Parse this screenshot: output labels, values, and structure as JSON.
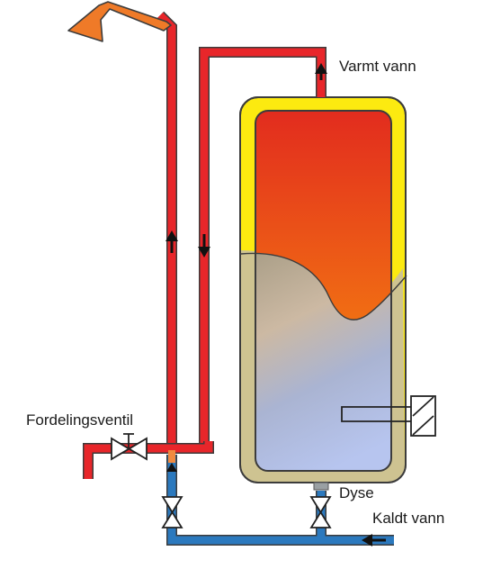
{
  "labels": {
    "hot_water": "Varmt vann",
    "distribution_valve": "Fordelingsventil",
    "nozzle": "Dyse",
    "cold_water": "Kaldt vann"
  },
  "colors": {
    "hot_pipe": "#e8262a",
    "cold_pipe": "#2b79be",
    "shower_head": "#ef7a28",
    "tank_insulation": "#fcea10",
    "tank_shell_gray": "#c9bfa0",
    "hot_layer_top": "#e22c1e",
    "hot_layer_bottom": "#f7a600",
    "cold_layer_top": "#a89b80",
    "cold_layer_bottom": "#b8c7ef",
    "outline": "#3c3c3c"
  },
  "icons": [
    "shower-head-icon",
    "valve-icon",
    "heating-element-icon",
    "flow-arrow-icon"
  ]
}
